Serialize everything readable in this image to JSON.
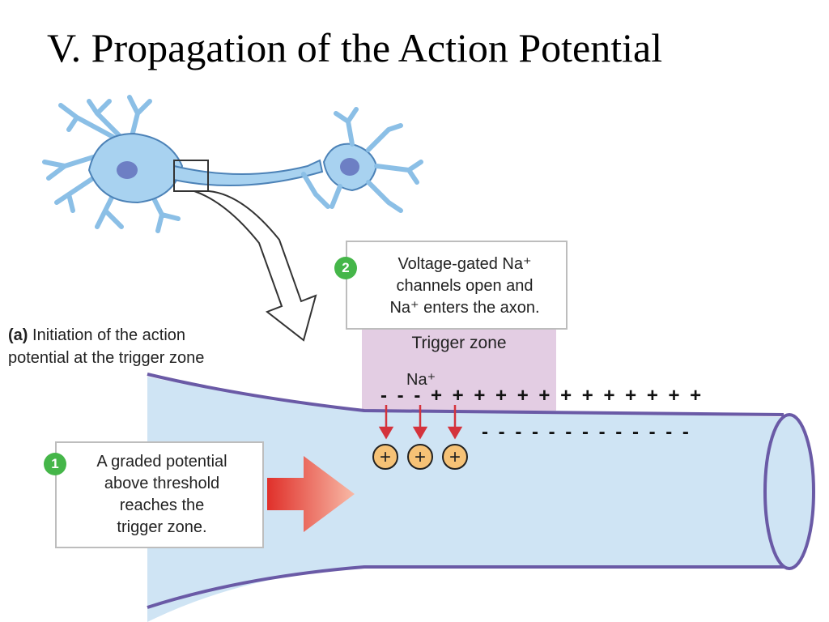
{
  "title": "V. Propagation of the Action Potential",
  "caption": {
    "part_label": "(a)",
    "line1": "Initiation of the action",
    "line2": "potential at the trigger zone"
  },
  "step1": {
    "number": "1",
    "lines": [
      "A graded potential",
      "above threshold",
      "reaches the",
      "trigger zone."
    ]
  },
  "step2": {
    "number": "2",
    "lines": [
      "Voltage-gated Na⁺",
      "channels open and",
      "Na⁺ enters the axon."
    ]
  },
  "trigger_zone_label": "Trigger zone",
  "ion_label": "Na⁺",
  "ion_symbol": "+",
  "charges": {
    "top_row": "- - - + + + + + + + + + + + + +",
    "bottom_row": "- - -  - - - - - - - - - -"
  },
  "colors": {
    "axon_fill": "#cfe4f4",
    "axon_edge": "#6a5aa6",
    "trigger_zone": "#e3cde3",
    "neuron_fill": "#a8d2f0",
    "nucleus": "#6d7fc4",
    "ion_fill": "#f6c276",
    "channel_arrow": "#d4333c",
    "step_badge": "#45b649"
  }
}
